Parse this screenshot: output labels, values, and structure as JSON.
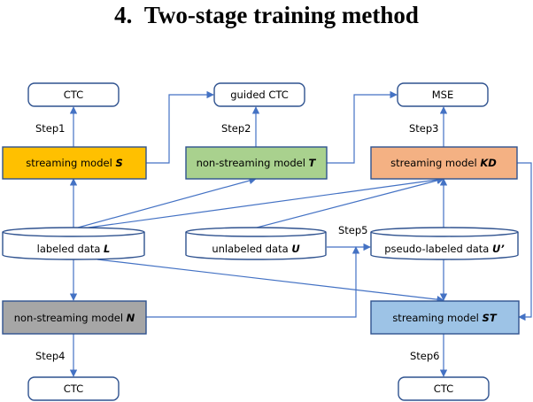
{
  "title": "4. Two-stage training method",
  "nodes": {
    "ctc1": {
      "text": "CTC",
      "italic": ""
    },
    "guided_ctc": {
      "text": "guided CTC",
      "italic": ""
    },
    "mse": {
      "text": "MSE",
      "italic": ""
    },
    "model_s": {
      "text": "streaming model ",
      "italic": "S"
    },
    "model_t": {
      "text": "non-streaming model ",
      "italic": "T"
    },
    "model_kd": {
      "text": "streaming model ",
      "italic": "KD"
    },
    "data_l": {
      "text": "labeled data ",
      "italic": "L"
    },
    "data_u": {
      "text": "unlabeled data ",
      "italic": "U"
    },
    "data_u2": {
      "text": "pseudo-labeled data ",
      "italic": "U’"
    },
    "model_n": {
      "text": "non-streaming model ",
      "italic": "N"
    },
    "model_st": {
      "text": "streaming model ",
      "italic": "ST"
    },
    "ctc4": {
      "text": "CTC",
      "italic": ""
    },
    "ctc6": {
      "text": "CTC",
      "italic": ""
    }
  },
  "steps": {
    "step1": "Step1",
    "step2": "Step2",
    "step3": "Step3",
    "step4": "Step4",
    "step5": "Step5",
    "step6": "Step6"
  },
  "colors": {
    "edge": "#4472c4",
    "border": "#2f528f",
    "model_s": "#ffc000",
    "model_t": "#a9d18e",
    "model_kd": "#f4b183",
    "model_n": "#a6a6a6",
    "model_st": "#9dc3e6",
    "loss": "#ffffff",
    "data": "#ffffff"
  }
}
